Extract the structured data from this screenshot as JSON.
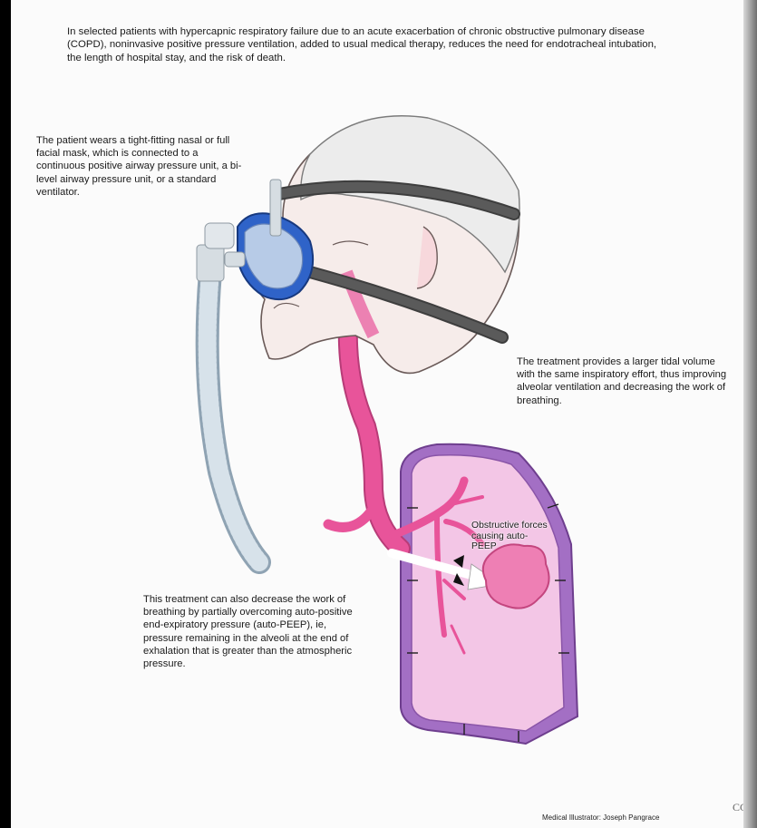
{
  "intro": "In selected patients with hypercapnic respiratory failure due to an acute exacerbation of chronic obstructive pulmonary disease (COPD), noninvasive positive pressure ventilation, added to usual medical therapy, reduces the need for endotracheal intubation, the length of hospital stay, and the risk of death.",
  "labels": {
    "mask": "The patient wears a tight-fitting nasal or full facial mask, which is connected to a continuous positive airway pressure unit, a bi-level airway pressure unit, or a standard ventilator.",
    "tidal": "The treatment provides a larger tidal volume with the same inspiratory effort, thus improving alveolar ventilation and decreasing the work of breathing.",
    "obstructive": "Obstructive forces causing auto-PEEP",
    "peep": "This treatment can also decrease the work of breathing by partially overcoming auto-positive end-expiratory pressure (auto-PEEP), ie, pressure remaining in the alveoli at the end of exhalation that is greater than the atmospheric pressure."
  },
  "credit": "Medical Illustrator: Joseph Pangrace",
  "corner_mark": "CC",
  "colors": {
    "airway": "#e8549a",
    "lung_fill": "#f3c6e6",
    "pleura": "#a36fc4",
    "mask": "#2f63c8",
    "strap": "#5a5a5a",
    "skin": "#f6ecea",
    "hair": "#ececec"
  },
  "icons": [
    "mask-icon",
    "tube-icon",
    "lung-icon",
    "arrow-icon"
  ]
}
